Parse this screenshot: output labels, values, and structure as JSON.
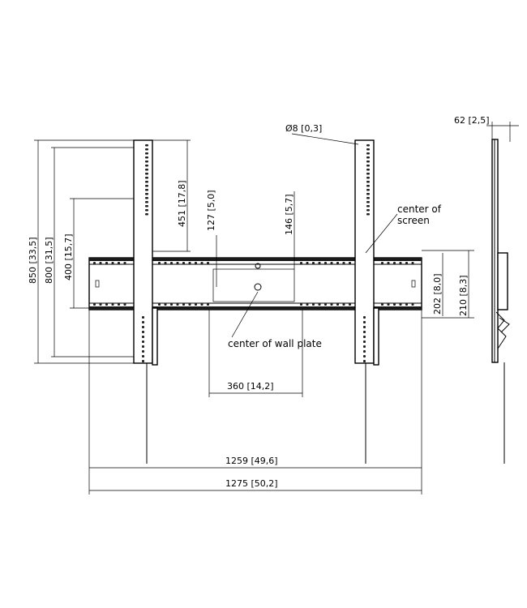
{
  "dimensions": {
    "diameter": "Ø8",
    "diameter_in": "0,3",
    "depth": "62",
    "depth_in": "2,5",
    "h850": "850",
    "h850_in": "33,5",
    "h800": "800",
    "h800_in": "31,5",
    "h400": "400",
    "h400_in": "15,7",
    "h451": "451",
    "h451_in": "17,8",
    "h127": "127",
    "h127_in": "5,0",
    "h146": "146",
    "h146_in": "5,7",
    "h202": "202",
    "h202_in": "8,0",
    "h210": "210",
    "h210_in": "8,3",
    "w360": "360",
    "w360_in": "14,2",
    "w1259": "1259",
    "w1259_in": "49,6",
    "w1275": "1275",
    "w1275_in": "50,2"
  },
  "labels": {
    "center_screen_line1": "center of",
    "center_screen_line2": "screen",
    "center_wall_plate": "center of wall plate"
  },
  "colors": {
    "line": "#000000",
    "background": "#ffffff"
  }
}
